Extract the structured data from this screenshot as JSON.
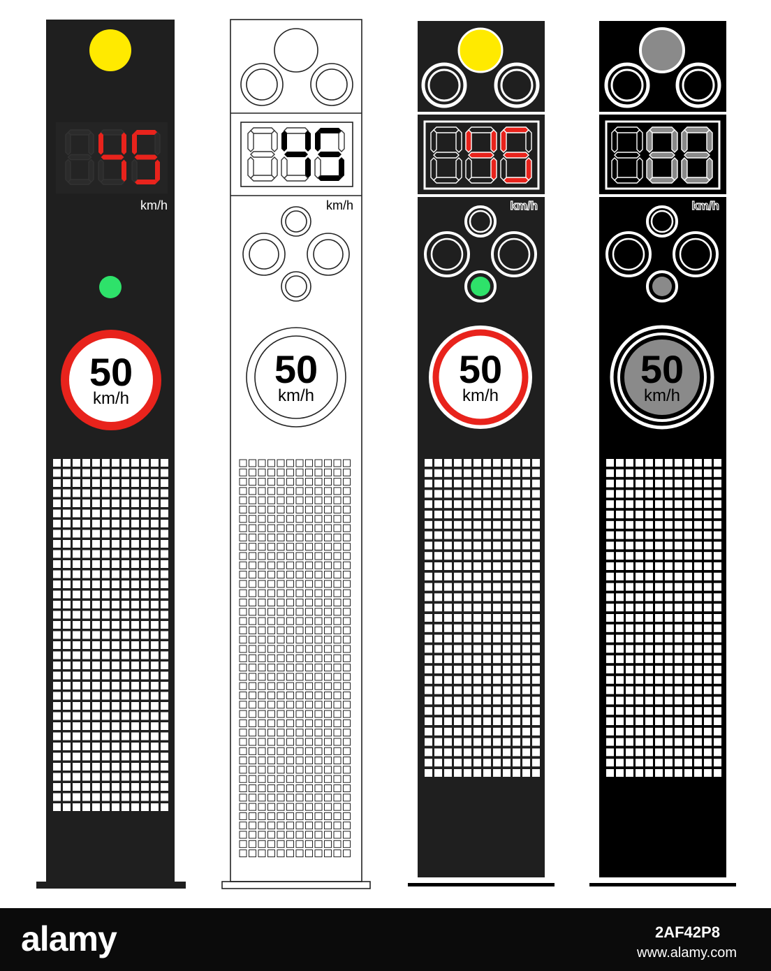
{
  "poles": [
    {
      "variant": "dark-gray",
      "speed_digits": [
        "8",
        "4",
        "5"
      ],
      "speed_unit": "km/h",
      "limit_value": "50",
      "limit_unit": "km/h",
      "colors": {
        "body": "#1f1f1f",
        "top_lamp": "#ffea00",
        "bottom_lamp": "#2ee26a",
        "digit_on": "#e8231c",
        "ring": "#e8231c",
        "grille": "#ffffff"
      }
    },
    {
      "variant": "outline",
      "speed_digits": [
        "8",
        "4",
        "5"
      ],
      "speed_unit": "km/h",
      "limit_value": "50",
      "limit_unit": "km/h",
      "colors": {
        "body": "#ffffff",
        "line": "#222222",
        "digit_on": "#000000"
      }
    },
    {
      "variant": "dark-gray-color",
      "speed_digits": [
        "8",
        "4",
        "5"
      ],
      "speed_unit": "km/h",
      "limit_value": "50",
      "limit_unit": "km/h",
      "colors": {
        "body": "#1f1f1f",
        "top_lamp": "#ffea00",
        "bottom_lamp": "#2ee26a",
        "digit_on": "#e8231c",
        "ring": "#e8231c",
        "grille": "#ffffff"
      }
    },
    {
      "variant": "black-mono",
      "speed_digits": [
        "8",
        "8",
        "8"
      ],
      "speed_unit": "km/h",
      "limit_value": "50",
      "limit_unit": "km/h",
      "colors": {
        "body": "#000000",
        "lamp": "#8a8a8a",
        "digit_on": "#8a8a8a",
        "ring": "#ffffff",
        "grille": "#ffffff"
      }
    }
  ],
  "footer": {
    "brand": "alamy",
    "image_id": "2AF42P8",
    "site_url": "www.alamy.com"
  }
}
